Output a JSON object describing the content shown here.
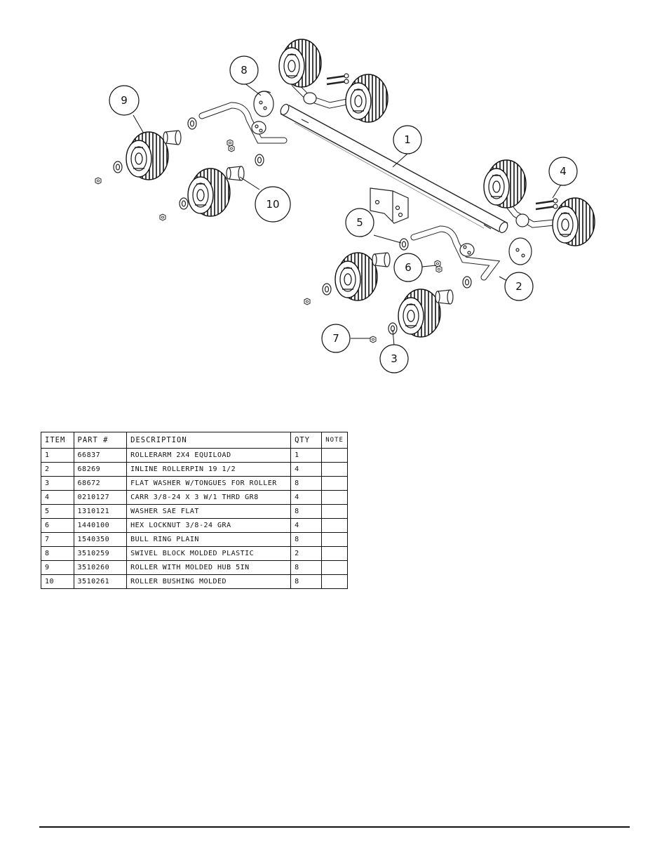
{
  "callouts": [
    {
      "label": "1"
    },
    {
      "label": "2"
    },
    {
      "label": "3"
    },
    {
      "label": "4"
    },
    {
      "label": "5"
    },
    {
      "label": "6"
    },
    {
      "label": "7"
    },
    {
      "label": "8"
    },
    {
      "label": "9"
    },
    {
      "label": "10"
    }
  ],
  "bom": {
    "headers": [
      "ITEM",
      "PART #",
      "DESCRIPTION",
      "QTY",
      "NOTE"
    ],
    "rows": [
      {
        "item": "1",
        "part": "66837",
        "description": "ROLLERARM  2X4 EQUILOAD",
        "qty": "1",
        "note": ""
      },
      {
        "item": "2",
        "part": "68269",
        "description": "INLINE ROLLERPIN 19 1/2",
        "qty": "4",
        "note": ""
      },
      {
        "item": "3",
        "part": "68672",
        "description": "FLAT WASHER W/TONGUES FOR ROLLER",
        "qty": "8",
        "note": ""
      },
      {
        "item": "4",
        "part": "0210127",
        "description": "CARR 3/8-24 X 3 W/1 THRD GR8",
        "qty": "4",
        "note": ""
      },
      {
        "item": "5",
        "part": "1310121",
        "description": "WASHER SAE FLAT",
        "qty": "8",
        "note": ""
      },
      {
        "item": "6",
        "part": "1440100",
        "description": "HEX LOCKNUT 3/8-24 GRA",
        "qty": "4",
        "note": ""
      },
      {
        "item": "7",
        "part": "1540350",
        "description": "BULL RING PLAIN",
        "qty": "8",
        "note": ""
      },
      {
        "item": "8",
        "part": "3510259",
        "description": "SWIVEL BLOCK MOLDED PLASTIC",
        "qty": "2",
        "note": ""
      },
      {
        "item": "9",
        "part": "3510260",
        "description": "ROLLER WITH MOLDED HUB  5IN",
        "qty": "8",
        "note": ""
      },
      {
        "item": "10",
        "part": "3510261",
        "description": "ROLLER BUSHING MOLDED",
        "qty": "8",
        "note": ""
      }
    ]
  }
}
